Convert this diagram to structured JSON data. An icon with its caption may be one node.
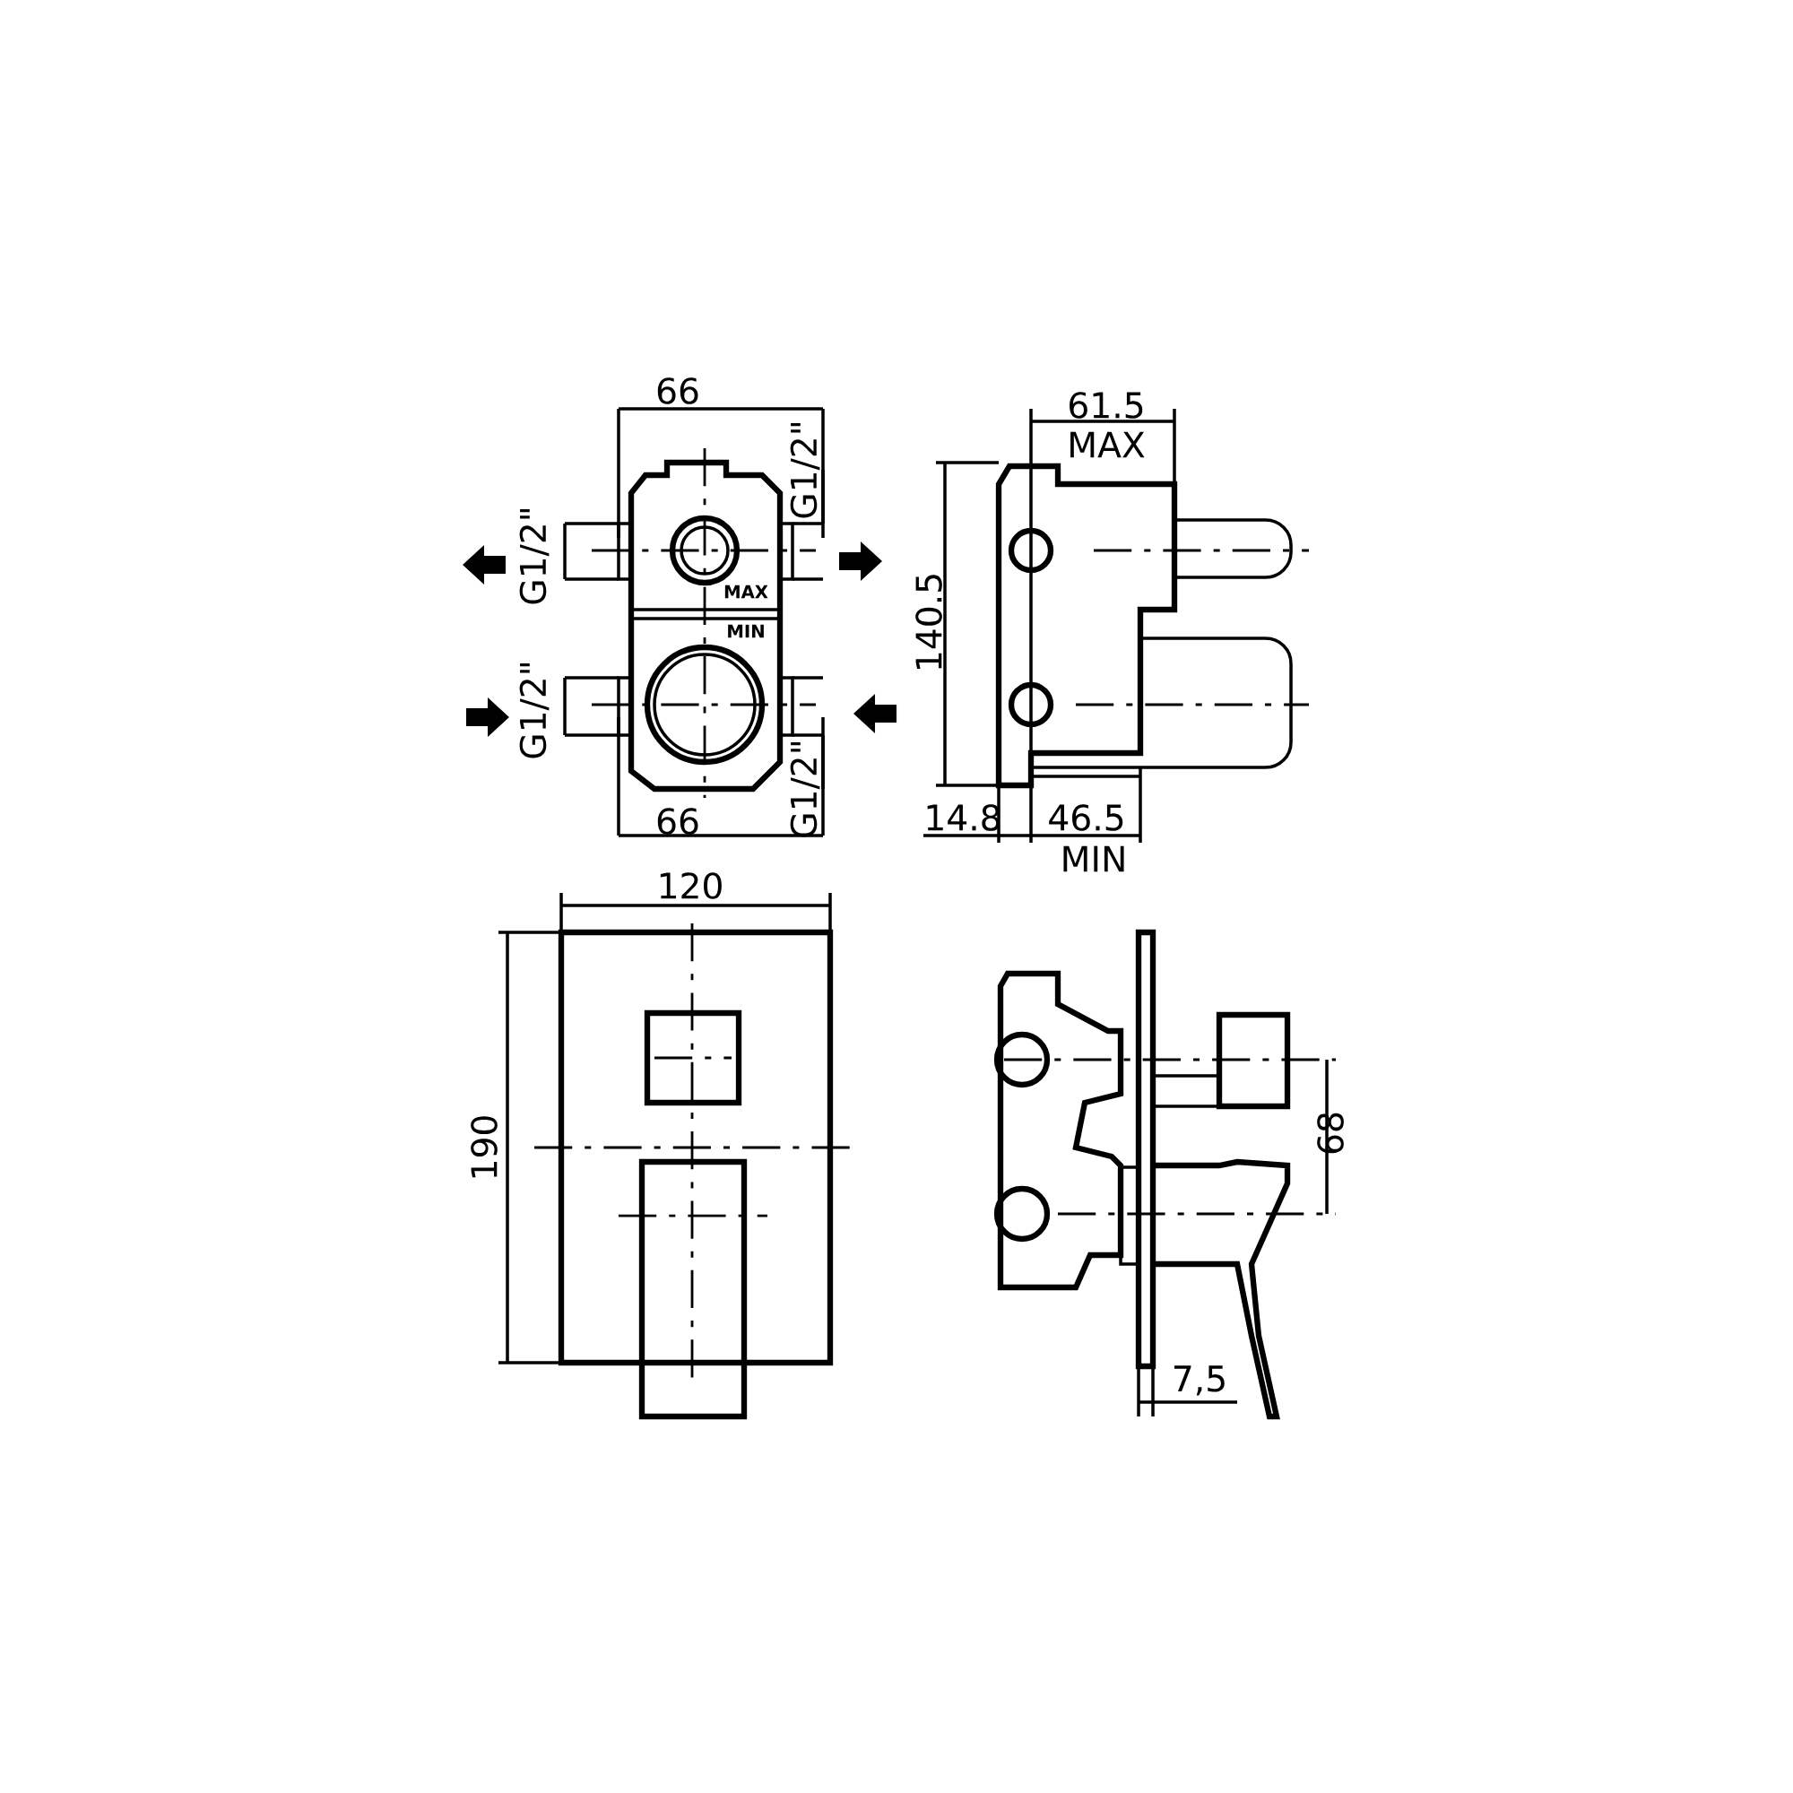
{
  "diagram": {
    "labels": [
      "66",
      "G1/2\"",
      "61.5",
      "MAX",
      "G1/2\"",
      "MAX",
      "140.5",
      "MIN",
      "G1/2\"",
      "G1/2\"",
      "66",
      "14.8",
      "46.5",
      "MIN",
      "120",
      "190",
      "68",
      "7,5"
    ]
  }
}
